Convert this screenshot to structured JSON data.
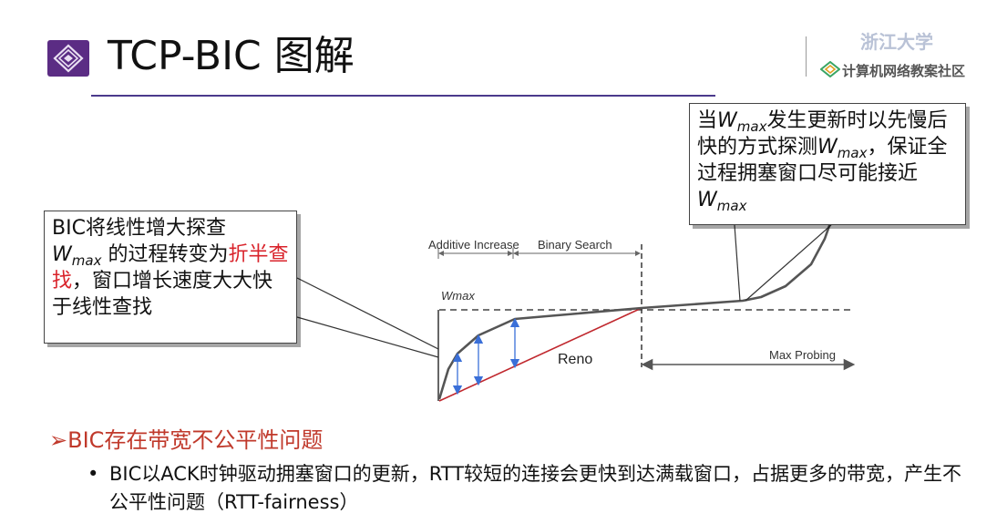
{
  "slide": {
    "title": "TCP-BIC 图解"
  },
  "logo": {
    "school": "浙江大学",
    "community": "计算机网络教案社区"
  },
  "diagram": {
    "label_additive": "Additive Increase",
    "label_binary": "Binary Search",
    "label_wmax": "Wmax",
    "label_reno": "Reno",
    "label_max_probing": "Max Probing"
  },
  "callout_left": {
    "part1": "BIC将线性增大探查",
    "w": "W",
    "sub": "max",
    "part2": " 的过程转变为",
    "red": "折半查找",
    "part3": "，窗口增长速度大大快于线性查找"
  },
  "callout_right": {
    "part1": "当",
    "w1": "W",
    "sub1": "max",
    "part2": "发生更新时以先慢后快的方式探测",
    "w2": "W",
    "sub2": "max",
    "part3": "，保证全过程拥塞窗口尽可能接近",
    "w3": "W",
    "sub3": "max"
  },
  "bullets": {
    "main_marker": "➢",
    "main": "BIC存在带宽不公平性问题",
    "sub_marker": "•",
    "sub": "BIC以ACK时钟驱动拥塞窗口的更新，RTT较短的连接会更快到达满载窗口，占据更多的带宽，产生不公平性问题（RTT-fairness）"
  },
  "colors": {
    "accent": "#5b2c84",
    "red": "#d9232b",
    "curve": "#555555",
    "arrow_blue": "#3a6fd8",
    "reno": "#c0282e"
  }
}
